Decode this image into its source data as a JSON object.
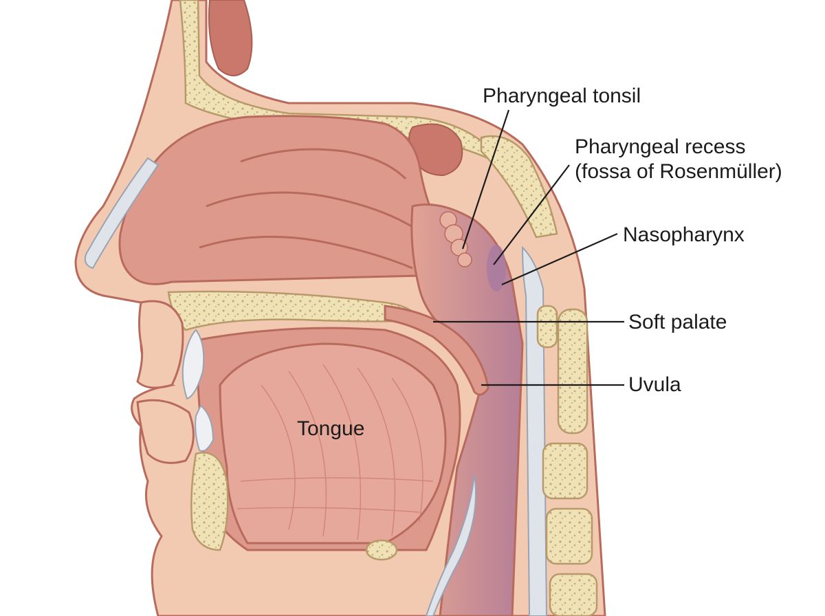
{
  "labels": {
    "pharyngeal_tonsil": "Pharyngeal tonsil",
    "pharyngeal_recess_line1": "Pharyngeal recess",
    "pharyngeal_recess_line2": "(fossa of Rosenmüller)",
    "nasopharynx": "Nasopharynx",
    "soft_palate": "Soft palate",
    "uvula": "Uvula",
    "tongue": "Tongue"
  },
  "colors": {
    "background": "#ffffff",
    "skin": "#f2c9b1",
    "skin_outline": "#b86a5c",
    "mucosa": "#dd9a8c",
    "mucosa_dark": "#c9786b",
    "cavity_shadow": "#a87ba0",
    "bone": "#efe2b6",
    "bone_outline": "#b89a6a",
    "bone_speckle": "#c7a874",
    "cartilage": "#dfe3ea",
    "tongue": "#e6a89a",
    "leader_line": "#1b1b1b"
  }
}
